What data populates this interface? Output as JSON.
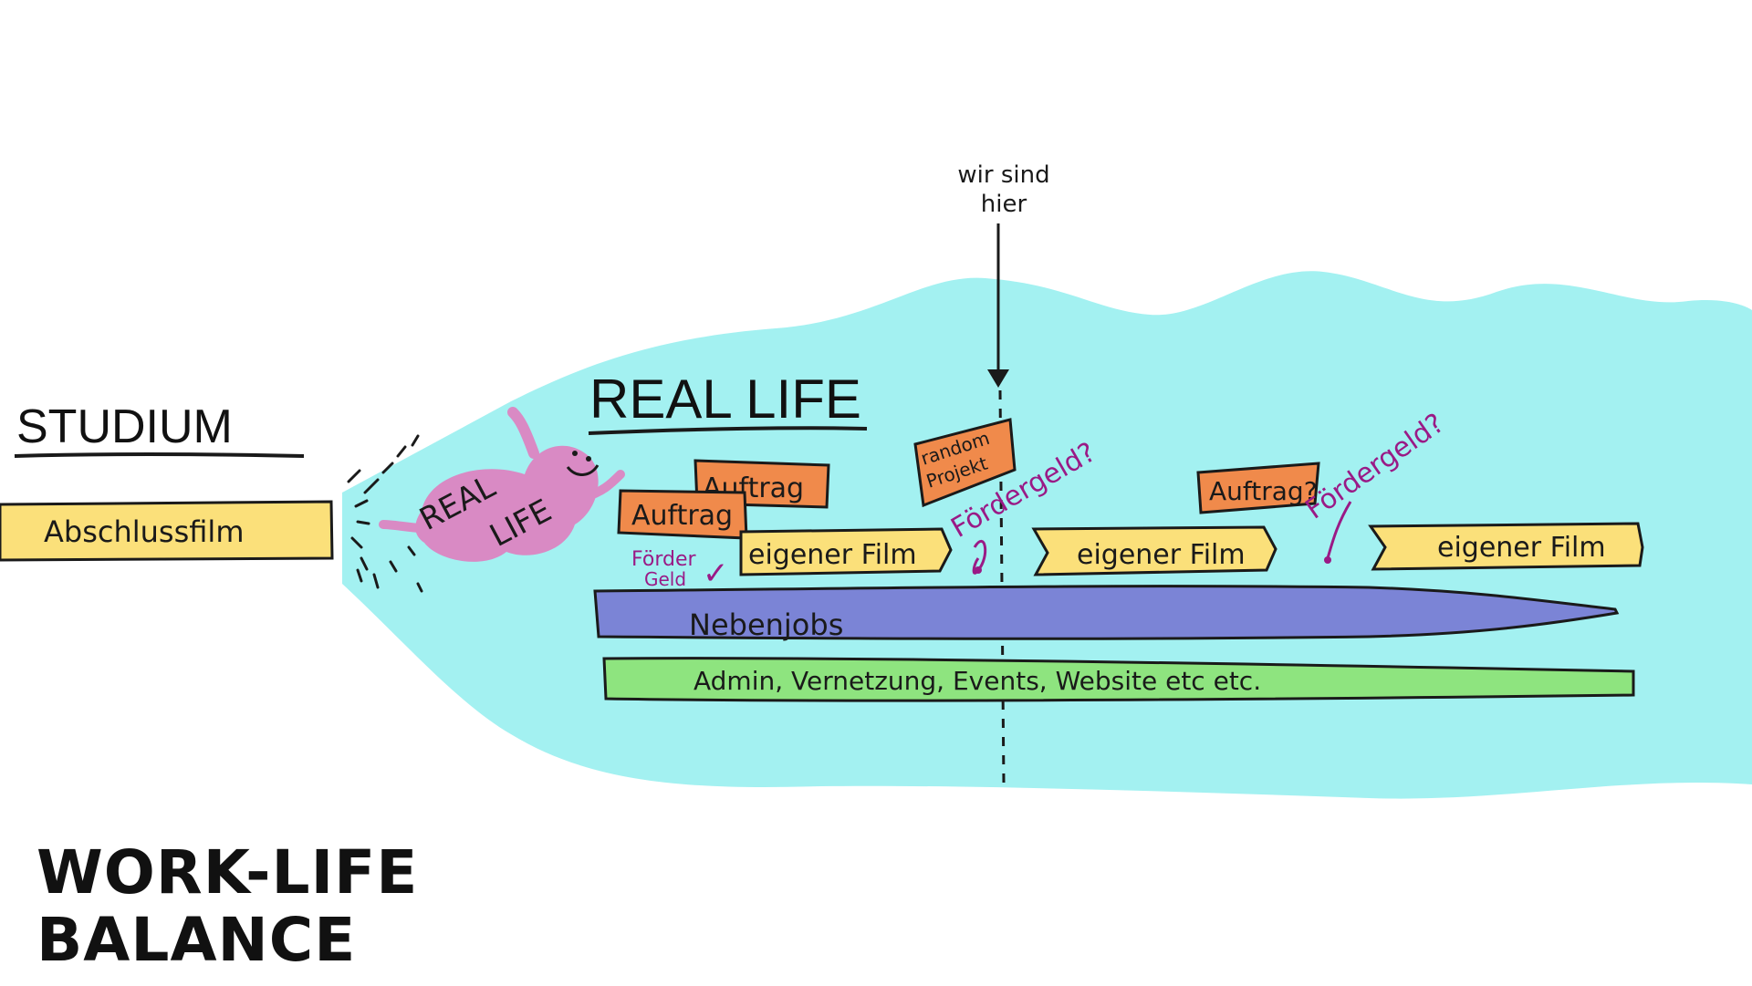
{
  "colors": {
    "background": "#ffffff",
    "water": "#a3f1f1",
    "yellow": "#fbe07a",
    "orange": "#f08a4b",
    "purple": "#7b84d6",
    "green": "#8ee47f",
    "pink": "#d98ac4",
    "magenta": "#9a1a86",
    "ink": "#1a1a1a"
  },
  "headings": {
    "studium": "STUDIUM",
    "real_life": "REAL LIFE"
  },
  "blob": {
    "line1": "REAL",
    "line2": "LIFE"
  },
  "marker": {
    "line1": "wir sind",
    "line2": "hier"
  },
  "bars": {
    "abschlussfilm": "Abschlussfilm",
    "auftrag_1": "Auftrag",
    "auftrag_2": "Auftrag",
    "random_project_1": "random",
    "random_project_2": "Projekt",
    "auftrag_3": "Auftrag?",
    "eigener_film_1": "eigener Film",
    "eigener_film_2": "eigener Film",
    "eigener_film_3": "eigener Film",
    "nebenjobs": "Nebenjobs",
    "admin": "Admin, Vernetzung, Events, Website etc etc."
  },
  "notes": {
    "foerder_1": "Förder",
    "foerder_2": "Geld",
    "foerder_check": "✓",
    "foerdergeld_1": "Fördergeld?",
    "foerdergeld_2": "Fördergeld?"
  },
  "title": {
    "line1": "WORK-LIFE",
    "line2": "BALANCE"
  }
}
